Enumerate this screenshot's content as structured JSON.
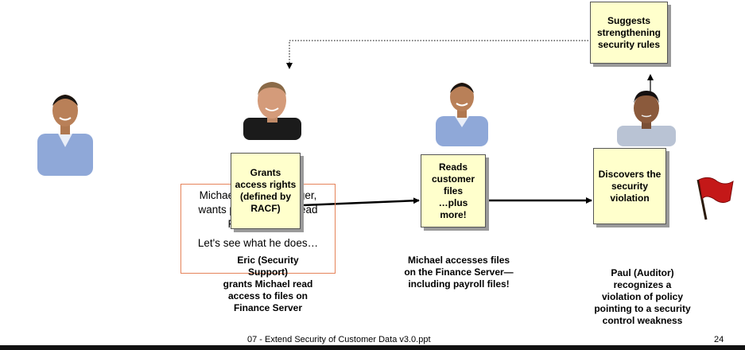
{
  "michael_box": {
    "line1": "Michael, Sales Manager,",
    "line2": "wants permission to read",
    "line3": "Finance files",
    "line4": "Let's see what he does…"
  },
  "steps": [
    {
      "box": [
        "Grants",
        "access rights",
        "(defined by",
        "RACF)"
      ],
      "caption": [
        "Eric (Security Support)",
        "grants Michael read",
        "access to files on",
        "Finance Server"
      ]
    },
    {
      "box": [
        "Reads",
        "customer files",
        "…plus more!"
      ],
      "caption": [
        "Michael  accesses files",
        "on the Finance Server—",
        "including payroll files!"
      ]
    },
    {
      "box": [
        "Discovers the",
        "security",
        "violation"
      ],
      "caption": [
        "Paul  (Auditor)",
        "recognizes a",
        "violation of policy",
        "pointing to a  security",
        "control weakness"
      ]
    }
  ],
  "suggest_box": [
    "Suggests",
    "strengthening",
    "security rules"
  ],
  "footer": "07 - Extend Security of Customer Data v3.0.ppt",
  "page_number": "24"
}
